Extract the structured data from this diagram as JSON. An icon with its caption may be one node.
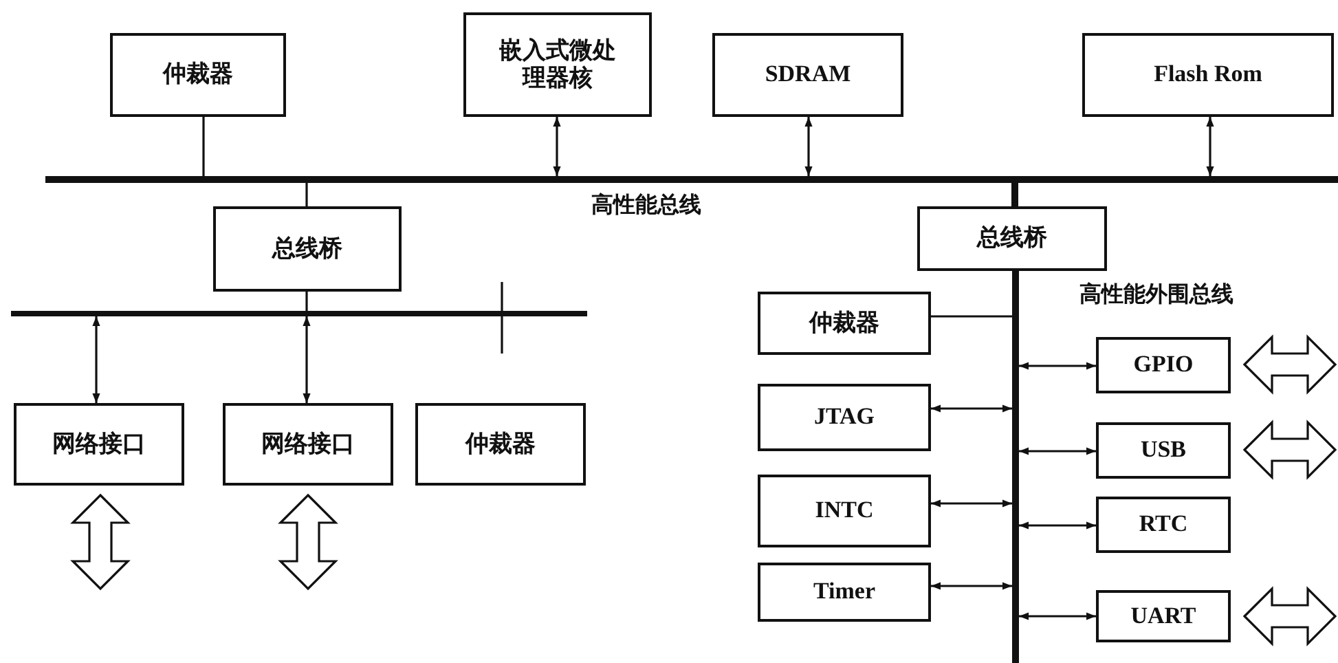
{
  "diagram": {
    "nodes": [
      {
        "text": [
          "仲裁器"
        ]
      },
      {
        "text": [
          "嵌入式微处理器核"
        ]
      },
      {
        "text": [
          "SDRAM"
        ]
      },
      {
        "text": [
          "Flash Rom"
        ]
      },
      {
        "text": [],
        "shape": "bar",
        "beside": [
          "高性能总线"
        ]
      },
      {
        "text": [
          "总线桥"
        ]
      },
      {
        "text": [
          "总线桥"
        ]
      },
      {
        "text": [],
        "shape": "bar"
      },
      {
        "text": [
          "网络接口"
        ]
      },
      {
        "text": [
          "网络接口"
        ]
      },
      {
        "text": [
          "仲裁器"
        ]
      },
      {
        "text": [],
        "shape": "bar"
      },
      {
        "text": [
          "仲裁器"
        ]
      },
      {
        "text": [
          "JTAG"
        ]
      },
      {
        "text": [
          "INTC"
        ]
      },
      {
        "text": [
          "Timer"
        ]
      },
      {
        "text": [
          "GPIO"
        ]
      },
      {
        "text": [
          "USB"
        ]
      },
      {
        "text": [
          "RTC"
        ]
      },
      {
        "text": [
          "UART"
        ]
      }
    ],
    "edges": [
      {
        "from": 0,
        "to": 4,
        "arrow": "none"
      },
      {
        "from": 1,
        "to": 4,
        "arrow": "both"
      },
      {
        "from": 2,
        "to": 4,
        "arrow": "both"
      },
      {
        "from": 3,
        "to": 4,
        "arrow": "both"
      },
      {
        "from": 5,
        "to": 4,
        "arrow": "none"
      },
      {
        "from": 6,
        "to": 4,
        "arrow": "none",
        "style": "thick"
      },
      {
        "from": 5,
        "to": 7,
        "arrow": "none"
      },
      {
        "from": 8,
        "to": 7,
        "arrow": "both"
      },
      {
        "from": 9,
        "to": 7,
        "arrow": "both"
      },
      {
        "from": 12,
        "to": 11,
        "arrow": "none"
      },
      {
        "from": 13,
        "to": 11,
        "arrow": "both"
      },
      {
        "from": 14,
        "to": 11,
        "arrow": "both"
      },
      {
        "from": 15,
        "to": 11,
        "arrow": "both"
      },
      {
        "from": 16,
        "to": 11,
        "arrow": "both"
      },
      {
        "from": 17,
        "to": 11,
        "arrow": "both"
      },
      {
        "from": 18,
        "to": 11,
        "arrow": "both"
      },
      {
        "from": 19,
        "to": 11,
        "arrow": "both"
      },
      {
        "from": 8,
        "to": null,
        "arrow": "both"
      },
      {
        "from": 9,
        "to": null,
        "arrow": "both"
      },
      {
        "from": 16,
        "to": null,
        "arrow": "both"
      },
      {
        "from": 17,
        "to": null,
        "arrow": "both"
      },
      {
        "from": 19,
        "to": null,
        "arrow": "both"
      }
    ],
    "labels": [
      "高性能外围总线"
    ]
  }
}
